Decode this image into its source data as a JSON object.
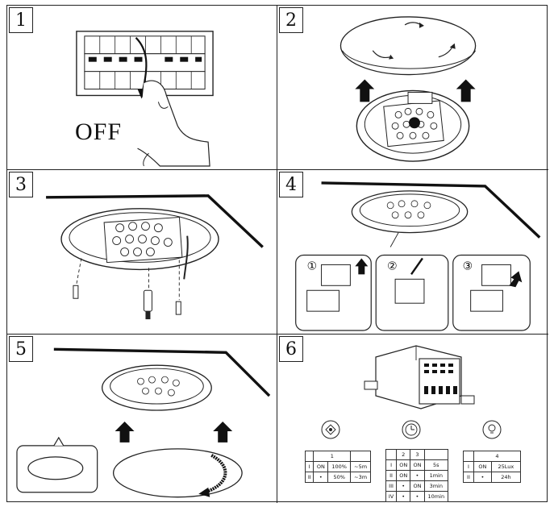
{
  "steps": [
    {
      "number": "1"
    },
    {
      "number": "2"
    },
    {
      "number": "3"
    },
    {
      "number": "4"
    },
    {
      "number": "5"
    },
    {
      "number": "6"
    }
  ],
  "step1": {
    "off_label": "OFF"
  },
  "step4": {
    "substeps": [
      "①",
      "②",
      "③"
    ]
  },
  "step6": {
    "table1": {
      "header": "1",
      "rows": [
        [
          "I",
          "ON",
          "100%",
          "~5m"
        ],
        [
          "II",
          "•",
          "50%",
          "~3m"
        ]
      ]
    },
    "table2": {
      "header": [
        "2",
        "3"
      ],
      "rows": [
        [
          "I",
          "ON",
          "ON",
          "5s"
        ],
        [
          "II",
          "ON",
          "•",
          "1min"
        ],
        [
          "III",
          "•",
          "ON",
          "3min"
        ],
        [
          "IV",
          "•",
          "•",
          "10min"
        ]
      ]
    },
    "table3": {
      "header": "4",
      "rows": [
        [
          "I",
          "ON",
          "25Lux"
        ],
        [
          "II",
          "•",
          "24h"
        ]
      ]
    }
  }
}
